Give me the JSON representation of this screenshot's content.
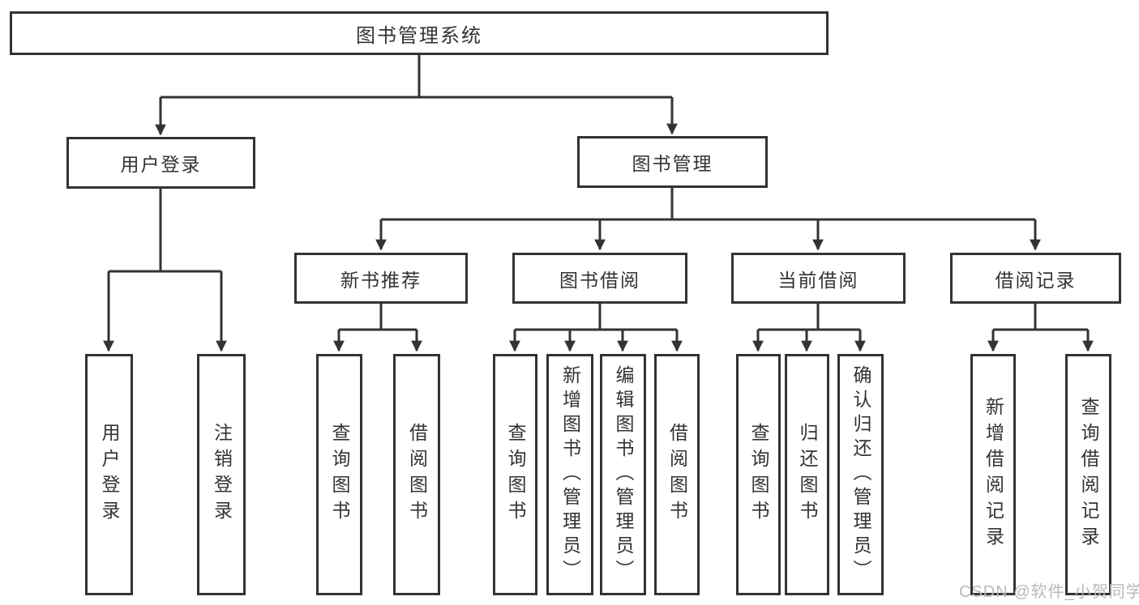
{
  "diagram": {
    "title_box": "图书管理系统",
    "level2": [
      {
        "label": "用户登录"
      },
      {
        "label": "图书管理"
      }
    ],
    "level3": [
      {
        "label": "新书推荐"
      },
      {
        "label": "图书借阅"
      },
      {
        "label": "当前借阅"
      },
      {
        "label": "借阅记录"
      }
    ],
    "leaves": [
      {
        "label": "用户登录",
        "parent": "用户登录"
      },
      {
        "label": "注销登录",
        "parent": "用户登录"
      },
      {
        "label": "查询图书",
        "parent": "新书推荐"
      },
      {
        "label": "借阅图书",
        "parent": "新书推荐"
      },
      {
        "label": "查询图书",
        "parent": "图书借阅"
      },
      {
        "label": "新增图书（管理员）",
        "parent": "图书借阅"
      },
      {
        "label": "编辑图书（管理员）",
        "parent": "图书借阅"
      },
      {
        "label": "借阅图书",
        "parent": "图书借阅"
      },
      {
        "label": "查询图书",
        "parent": "当前借阅"
      },
      {
        "label": "归还图书",
        "parent": "当前借阅"
      },
      {
        "label": "确认归还（管理员）",
        "parent": "当前借阅"
      },
      {
        "label": "新增借阅记录",
        "parent": "借阅记录"
      },
      {
        "label": "查询借阅记录",
        "parent": "借阅记录"
      }
    ],
    "watermark": "CSDN @软件_小贺同学",
    "colors": {
      "line": "#333333",
      "text": "#333333",
      "box_background": "#ffffff",
      "watermark": "#b9b9b9"
    }
  }
}
